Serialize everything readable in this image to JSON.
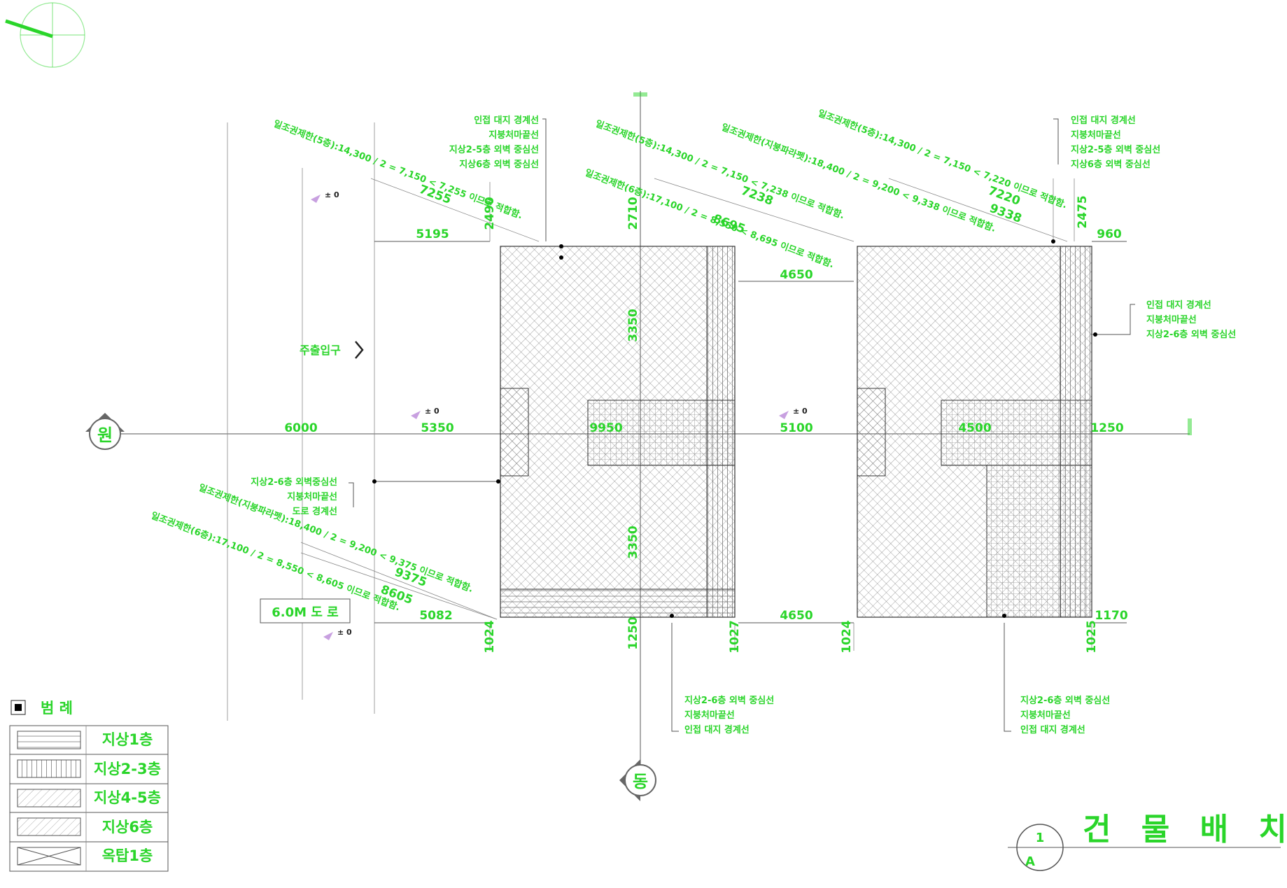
{
  "drawing_title": "건 물 배 치 도",
  "sheet_number": "1",
  "sheet_letter": "A",
  "road_label": "6.0M 도 로",
  "entrance_label": "주출입구",
  "axis_west": "원",
  "axis_south": "동",
  "level_mark": "± 0",
  "legend": {
    "title": "범  례",
    "items": [
      "지상1층",
      "지상2-3층",
      "지상4-5층",
      "지상6층",
      "옥탑1층"
    ]
  },
  "dimensions": {
    "row_center": [
      "6000",
      "5350",
      "9950",
      "5100",
      "4500",
      "1250"
    ],
    "row_top": [
      "5195",
      "4650",
      "960"
    ],
    "row_bottom": [
      "5082",
      "4650",
      "1170"
    ],
    "vertical": [
      "2490",
      "2710",
      "2475",
      "3350",
      "3350",
      "1024",
      "1250",
      "1027",
      "1024",
      "1025"
    ],
    "diagonal_values": [
      "7255",
      "7238",
      "8695",
      "9338",
      "7220",
      "9375",
      "8605"
    ]
  },
  "setback_notes": [
    "일조권제한(5층):14,300 / 2 = 7,150 < 7,255 이므로 적합함.",
    "일조권제한(5층):14,300 / 2 = 7,150 < 7,238 이므로 적합함.",
    "일조권제한(6층):17,100 / 2 = 8,550 < 8,695 이므로 적합함.",
    "일조권제한(지붕파라펫):18,400 / 2 = 9,200 < 9,338 이므로 적합함.",
    "일조권제한(5층):14,300 / 2 = 7,150 < 7,220 이므로 적합함.",
    "일조권제한(지붕파라펫):18,400 / 2 = 9,200 < 9,375 이므로 적합함.",
    "일조권제한(6층):17,100 / 2 = 8,550 < 8,605 이므로 적합함."
  ],
  "leader_notes": {
    "top_left": [
      "인접 대지 경계선",
      "지붕처마끝선",
      "지상2-5층 외벽 중심선",
      "지상6층 외벽 중심선"
    ],
    "top_right": [
      "인접 대지 경계선",
      "지붕처마끝선",
      "지상2-5층 외벽 중심선",
      "지상6층 외벽 중심선"
    ],
    "right": [
      "인접 대지 경계선",
      "지붕처마끝선",
      "지상2-6층 외벽 중심선"
    ],
    "left": [
      "지상2-6층 외벽중심선",
      "지붕처마끝선",
      "도로 경계선"
    ],
    "bottom_center": [
      "지상2-6층 외벽 중심선",
      "지붕처마끝선",
      "인접 대지 경계선"
    ],
    "bottom_right": [
      "지상2-6층 외벽 중심선",
      "지붕처마끝선",
      "인접 대지 경계선"
    ]
  },
  "colors": {
    "accent": "#2ad52a",
    "line": "#555555"
  }
}
